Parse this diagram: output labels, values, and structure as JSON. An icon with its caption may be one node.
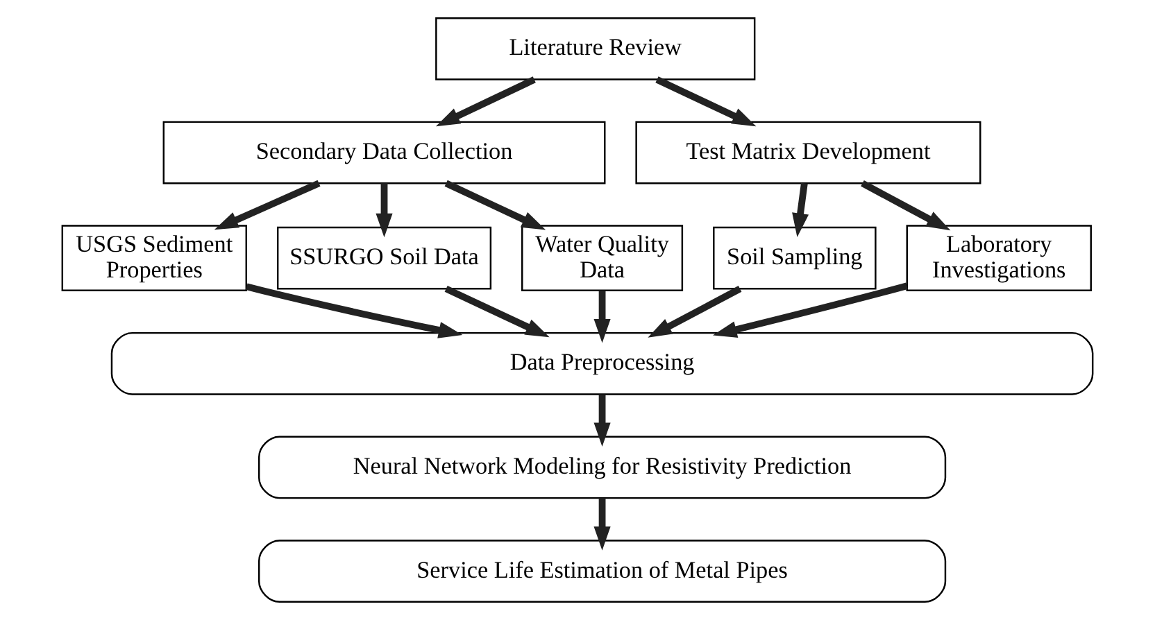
{
  "diagram": {
    "nodes": [
      {
        "text": [
          "Literature Review"
        ]
      },
      {
        "text": [
          "Secondary Data Collection"
        ]
      },
      {
        "text": [
          "Test Matrix Development"
        ]
      },
      {
        "text": [
          "USGS Sediment Properties"
        ]
      },
      {
        "text": [
          "SSURGO Soil Data"
        ]
      },
      {
        "text": [
          "Water Quality Data"
        ]
      },
      {
        "text": [
          "Soil Sampling"
        ]
      },
      {
        "text": [
          "Laboratory Investigations"
        ]
      },
      {
        "text": [
          "Data Preprocessing"
        ]
      },
      {
        "text": [
          "Neural Network Modeling for Resistivity Prediction"
        ]
      },
      {
        "text": [
          "Service Life Estimation of Metal Pipes"
        ]
      }
    ],
    "edges": [
      {
        "from": 0,
        "to": 1,
        "arrow": "to"
      },
      {
        "from": 0,
        "to": 2,
        "arrow": "to"
      },
      {
        "from": 1,
        "to": 3,
        "arrow": "to"
      },
      {
        "from": 1,
        "to": 4,
        "arrow": "to"
      },
      {
        "from": 1,
        "to": 5,
        "arrow": "to"
      },
      {
        "from": 2,
        "to": 6,
        "arrow": "to"
      },
      {
        "from": 2,
        "to": 7,
        "arrow": "to"
      },
      {
        "from": 3,
        "to": 8,
        "arrow": "to"
      },
      {
        "from": 4,
        "to": 8,
        "arrow": "to"
      },
      {
        "from": 5,
        "to": 8,
        "arrow": "to"
      },
      {
        "from": 6,
        "to": 8,
        "arrow": "to"
      },
      {
        "from": 7,
        "to": 8,
        "arrow": "to"
      },
      {
        "from": 8,
        "to": 9,
        "arrow": "to"
      },
      {
        "from": 9,
        "to": 10,
        "arrow": "to"
      }
    ]
  }
}
